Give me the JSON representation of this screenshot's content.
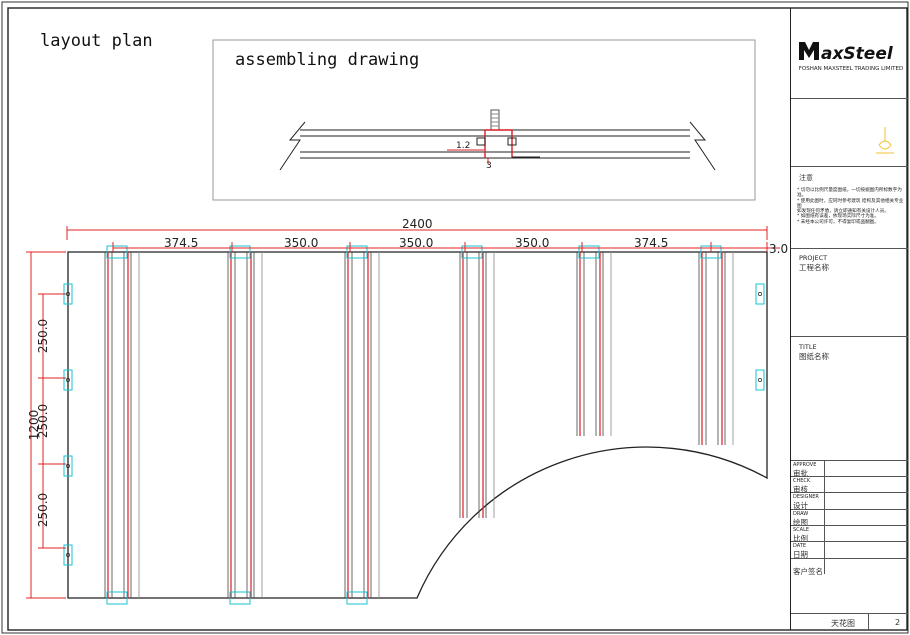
{
  "layout_title": "layout plan",
  "assembly_title": "assembling drawing",
  "assembly_dims": [
    "1.2",
    "3"
  ],
  "overall_width": "2400",
  "overall_height": "1200",
  "top_dims": [
    "374.5",
    "350.0",
    "350.0",
    "350.0",
    "374.5"
  ],
  "right_dim": "3.0",
  "left_dims": [
    "250.0",
    "250.0",
    "250.0"
  ],
  "title_block": {
    "company": "FOSHAN MAXSTEEL TRADING LIMITED",
    "notes_title": "注意",
    "notes": [
      "* 切勿以比例尺量度图纸，一切按据图内所标数字为准。",
      "* 使用此图时，应同时参考建筑 结构及其他相关专业图",
      "  如发现任何矛盾，请立即通知有关设计人员。",
      "* 如图纸有误差，依现场实际尺寸为准。",
      "* 未经本公司许可，不得复印或盗翻图。"
    ],
    "project_label": "PROJECT",
    "project_cn": "工程名称",
    "title_label": "TITLE",
    "title_cn": "图纸名称",
    "approve_label": "APPROVE",
    "approve_cn": "审批",
    "check_label": "CHECK",
    "check_cn": "审核",
    "designer_label": "DESIGNER",
    "designer_cn": "设计",
    "draw_label": "DRAW",
    "draw_cn": "绘图",
    "scale_label": "SCALE",
    "scale_cn": "比例",
    "date_label": "DATE",
    "date_cn": "日期",
    "client_cn": "客户签名",
    "drawing_name": "天花图",
    "page_number": "2"
  },
  "colors": {
    "beam_red": "#d81f26",
    "clip_cyan": "#19c3d2",
    "line": "#222222",
    "dim_red": "#e02020"
  }
}
